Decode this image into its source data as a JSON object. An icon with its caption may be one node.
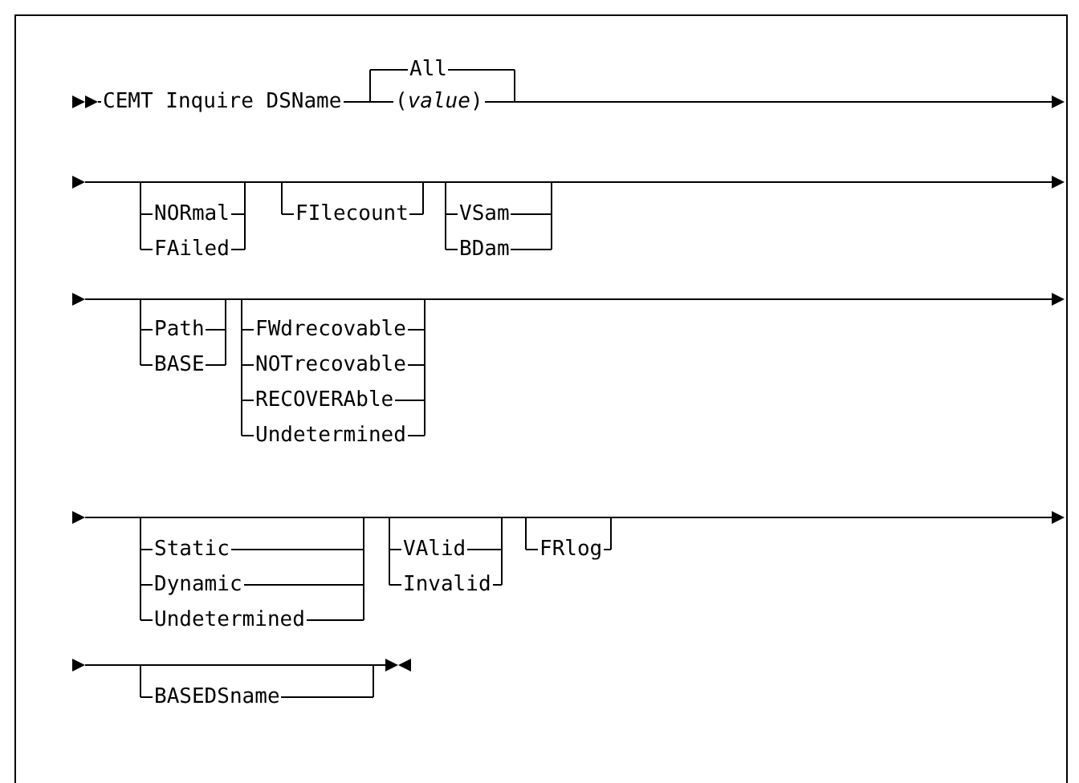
{
  "diagram": {
    "labels": [
      "CEMT Inquire DSName",
      "All",
      "(*value*)",
      "NORmal",
      "FAiled",
      "FIlecount",
      "VSam",
      "BDam",
      "Path",
      "BASE",
      "FWdrecovable",
      "NOTrecovable",
      "RECOVERAble",
      "Undetermined",
      "Static",
      "Dynamic",
      "Undetermined",
      "VAlid",
      "Invalid",
      "FRlog",
      "BASEDSname"
    ]
  }
}
